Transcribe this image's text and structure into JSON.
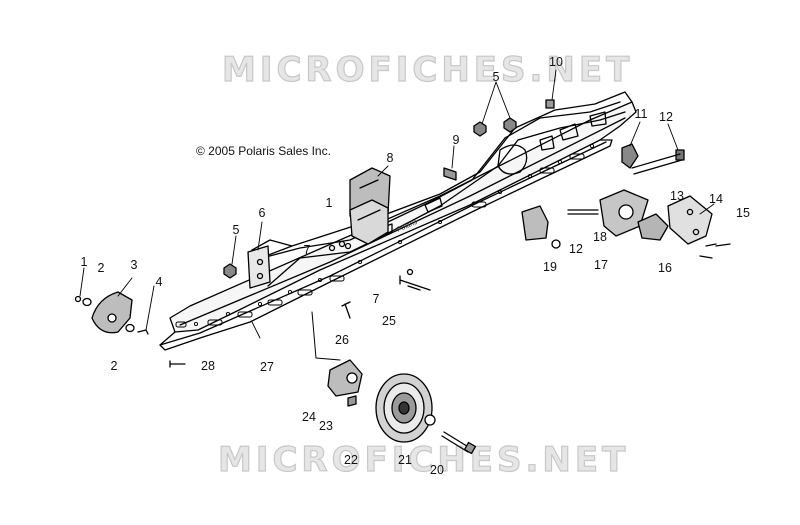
{
  "watermark": {
    "top": "MICROFICHES.NET",
    "bottom": "MICROFICHES.NET"
  },
  "copyright": "© 2005 Polaris Sales Inc.",
  "rail_stamp": "Polaris",
  "callouts": [
    {
      "id": "c1a",
      "text": "1"
    },
    {
      "id": "c2a",
      "text": "2"
    },
    {
      "id": "c3",
      "text": "3"
    },
    {
      "id": "c4",
      "text": "4"
    },
    {
      "id": "c2b",
      "text": "2"
    },
    {
      "id": "c28",
      "text": "28"
    },
    {
      "id": "c5a",
      "text": "5"
    },
    {
      "id": "c6",
      "text": "6"
    },
    {
      "id": "c7a",
      "text": "7"
    },
    {
      "id": "c1b",
      "text": "1"
    },
    {
      "id": "c8",
      "text": "8"
    },
    {
      "id": "c9",
      "text": "9"
    },
    {
      "id": "c5b",
      "text": "5"
    },
    {
      "id": "c10",
      "text": "10"
    },
    {
      "id": "c11",
      "text": "11"
    },
    {
      "id": "c12a",
      "text": "12"
    },
    {
      "id": "c13",
      "text": "13"
    },
    {
      "id": "c14",
      "text": "14"
    },
    {
      "id": "c15",
      "text": "15"
    },
    {
      "id": "c16",
      "text": "16"
    },
    {
      "id": "c17",
      "text": "17"
    },
    {
      "id": "c18",
      "text": "18"
    },
    {
      "id": "c12b",
      "text": "12"
    },
    {
      "id": "c19",
      "text": "19"
    },
    {
      "id": "c7b",
      "text": "7"
    },
    {
      "id": "c25",
      "text": "25"
    },
    {
      "id": "c26",
      "text": "26"
    },
    {
      "id": "c27",
      "text": "27"
    },
    {
      "id": "c24",
      "text": "24"
    },
    {
      "id": "c23",
      "text": "23"
    },
    {
      "id": "c22",
      "text": "22"
    },
    {
      "id": "c21",
      "text": "21"
    },
    {
      "id": "c20",
      "text": "20"
    }
  ]
}
